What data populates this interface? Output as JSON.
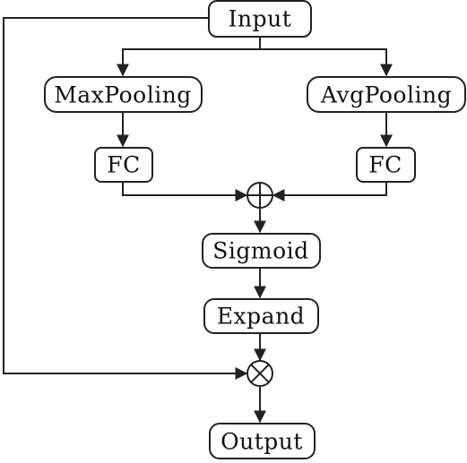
{
  "nodes": {
    "input": "Input",
    "maxpool": "MaxPooling",
    "avgpool": "AvgPooling",
    "fc_left": "FC",
    "fc_right": "FC",
    "sigmoid": "Sigmoid",
    "expand": "Expand",
    "output": "Output"
  },
  "operators": {
    "add": "element-wise add",
    "multiply": "element-wise multiply"
  },
  "colors": {
    "stroke": "#222222",
    "background": "#ffffff"
  }
}
